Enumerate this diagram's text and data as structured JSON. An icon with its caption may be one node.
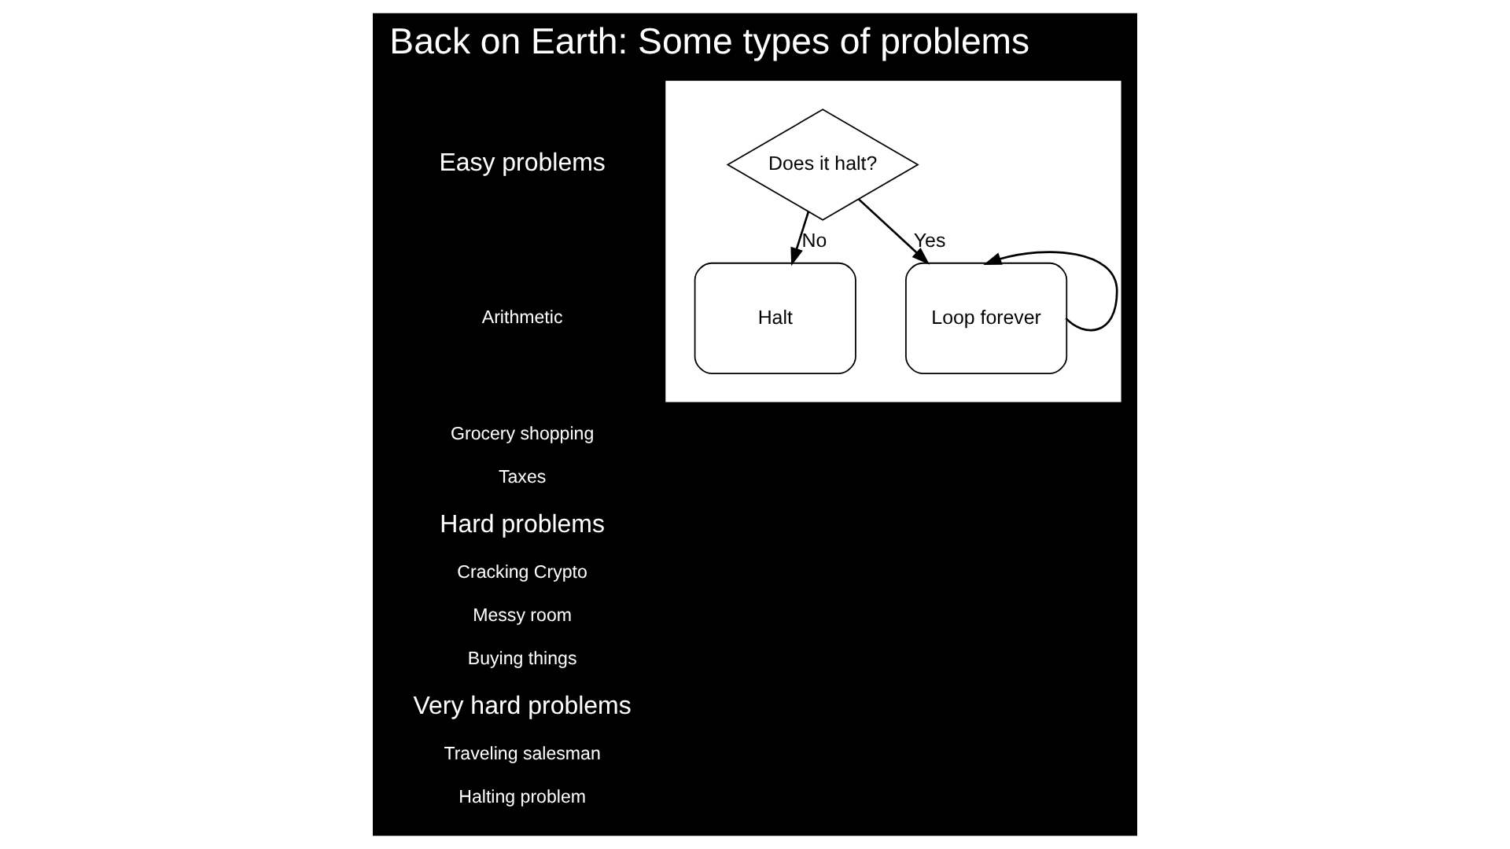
{
  "diagram": {
    "title": "Back on Earth: Some types of problems",
    "nodes": [
      {
        "text": [],
        "shape": "box"
      },
      {
        "text": [
          "Does it halt?"
        ],
        "in": 0
      },
      {
        "text": [
          "Halt"
        ],
        "in": 0
      },
      {
        "text": [
          "Loop forever"
        ],
        "in": 0
      }
    ],
    "edges": [
      {
        "from": 1,
        "to": 2,
        "arrow": "to",
        "label": "No"
      },
      {
        "from": 1,
        "to": 3,
        "arrow": "to",
        "label": "Yes"
      },
      {
        "from": 3,
        "to": 3,
        "arrow": "to"
      }
    ],
    "labels": [
      "Easy problems",
      "Arithmetic",
      "Grocery shopping",
      "Taxes",
      "Hard problems",
      "Cracking Crypto",
      "Messy room",
      "Buying things",
      "Very hard problems",
      "Traveling salesman",
      "Halting problem"
    ]
  }
}
